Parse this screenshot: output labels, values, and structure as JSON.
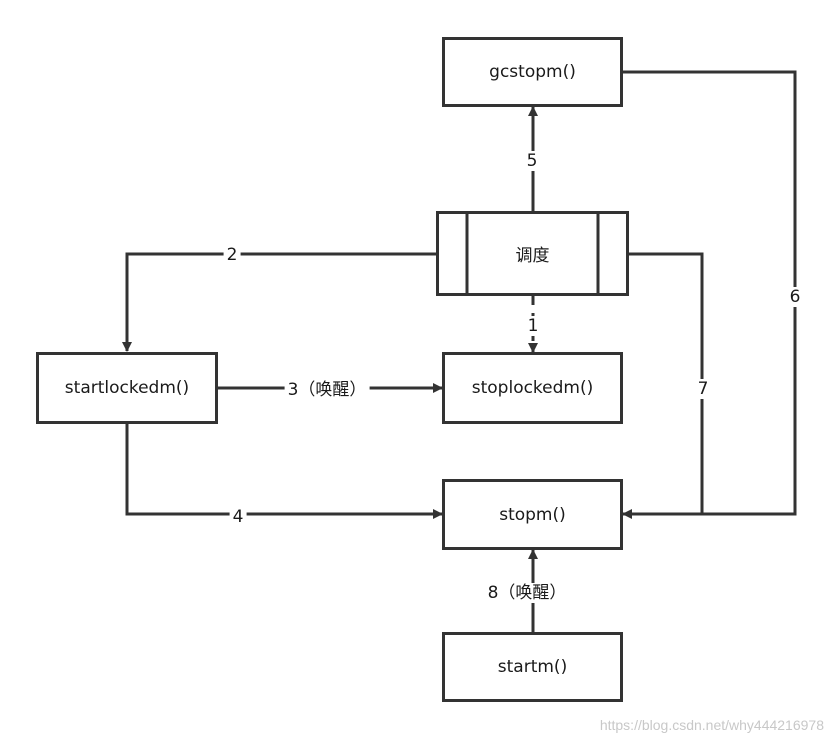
{
  "nodes": {
    "gcstopm": "gcstopm()",
    "schedule": "调度",
    "startlockedm": "startlockedm()",
    "stoplockedm": "stoplockedm()",
    "stopm": "stopm()",
    "startm": "startm()"
  },
  "edges": {
    "e1": "1",
    "e2": "2",
    "e3": "3（唤醒）",
    "e4": "4",
    "e5": "5",
    "e6": "6",
    "e7": "7",
    "e8": "8（唤醒）"
  },
  "watermark": "https://blog.csdn.net/why444216978",
  "colors": {
    "line": "#333333",
    "border": "#333333"
  }
}
